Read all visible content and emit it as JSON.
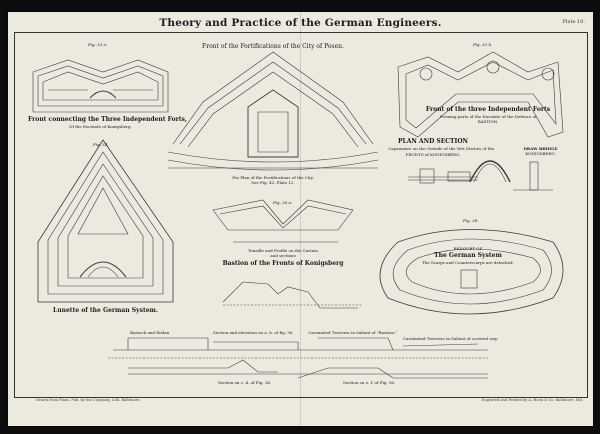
{
  "plate": {
    "title": "Theory and Practice of the German Engineers.",
    "number": "Plate 10."
  },
  "figures": {
    "top_left_fig": "Fig. 33 a.",
    "top_left_caption": "Front connecting the Three Independent Forts,",
    "top_left_sub": "Of the Enceinte of Konigsberg.",
    "top_center_title": "Front of the Fortifications of the City of Posen.",
    "top_center_caption": "For Plan of the Fortifications of the City,",
    "top_center_sub": "See Fig. 42. Plate 12.",
    "top_right_fig": "Fig. 33 b.",
    "top_right_caption": "Front of the three Independent Forts",
    "top_right_sub": "Forming parts of the Enceinte of the Defence of",
    "top_right_sub2": "BASTION.",
    "plan_section_title": "PLAN AND SECTION",
    "plan_section_sub": "Caponniere on the Outside of the Wet Ditches of the",
    "plan_section_sub2": "FRONTS of KONIGSBERG.",
    "draw_bridge_title": "DRAW BRIDGE",
    "draw_bridge_sub": "KONIGSBERG.",
    "left_fig": "Fig. 34.",
    "left_caption": "Lunette of the German System.",
    "center_fig": "Fig. 36 a.",
    "center_caption": "Bastion of the Fronts of Konigsberg",
    "center_pre": "Tenaille and Profile on the Curtain",
    "center_pre2": "and sections",
    "right_fig": "Fig. 38.",
    "right_caption": "REDOUBT OF",
    "right_caption2": "The German System",
    "right_sub": "The Scarps and Counterscarps are detached.",
    "section_labels": [
      "Barrack and Redan.",
      "Section and elevation on a. b. of fig. 36.",
      "Casemated Traverse in Salient of \"Bastion.\"",
      "Casemated Traverse in Salient of covered way."
    ],
    "bottom_section_1": "Section on c. d. of Fig. 36.",
    "bottom_section_2": "Section on e. f. of Fig. 36."
  },
  "footer": {
    "left": "Drawn from Plans. Pub. by the Company, Lith. Baltimore.",
    "right": "Engraved and Printed by A. Hoen & Co. Baltimore, Md."
  }
}
